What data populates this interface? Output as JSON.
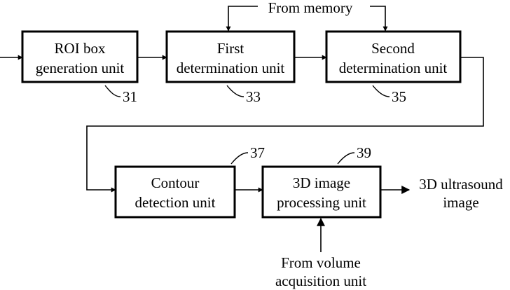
{
  "blocks": {
    "roi": {
      "line1": "ROI box",
      "line2": "generation unit",
      "ref": "31"
    },
    "first": {
      "line1": "First",
      "line2": "determination unit",
      "ref": "33"
    },
    "second": {
      "line1": "Second",
      "line2": "determination unit",
      "ref": "35"
    },
    "contour": {
      "line1": "Contour",
      "line2": "detection unit",
      "ref": "37"
    },
    "image3d": {
      "line1": "3D image",
      "line2": "processing unit",
      "ref": "39"
    }
  },
  "inputs": {
    "memory": "From memory",
    "volume_line1": "From volume",
    "volume_line2": "acquisition unit"
  },
  "output": {
    "line1": "3D ultrasound",
    "line2": "image"
  }
}
